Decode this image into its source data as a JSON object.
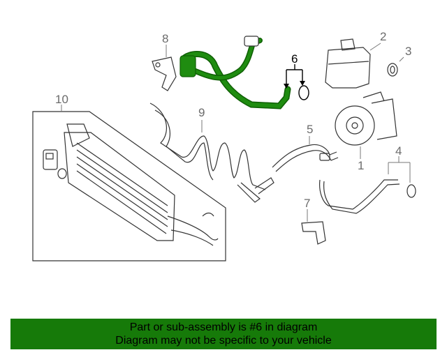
{
  "callouts": {
    "c1": "1",
    "c2": "2",
    "c3": "3",
    "c4": "4",
    "c5": "5",
    "c6": "6",
    "c7": "7",
    "c8": "8",
    "c9": "9",
    "c10": "10"
  },
  "highlight": {
    "part_number": "6",
    "color": "#167a09"
  },
  "banner": {
    "line1": "Part or sub-assembly is #6 in diagram",
    "line2": "Diagram may not be specific to your vehicle",
    "color": "#167a09"
  }
}
